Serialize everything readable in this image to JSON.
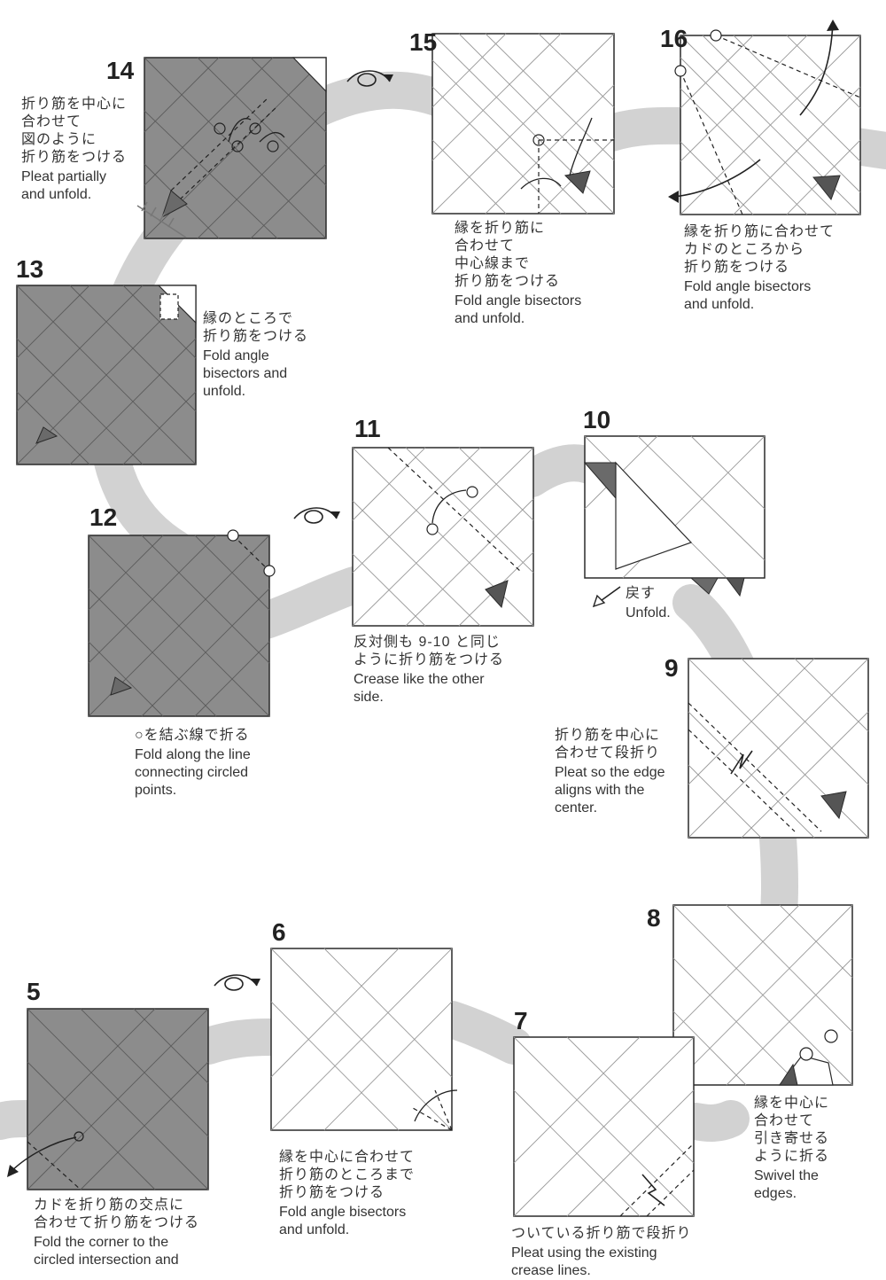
{
  "steps": [
    {
      "num": "14",
      "ja": "折り筋を中心に\n合わせて\n図のように\n折り筋をつける",
      "en": "Pleat partially\nand unfold."
    },
    {
      "num": "15",
      "ja": "縁を折り筋に\n合わせて\n中心線まで\n折り筋をつける",
      "en": "Fold angle bisectors\nand unfold."
    },
    {
      "num": "16",
      "ja": "縁を折り筋に合わせて\nカドのところから\n折り筋をつける",
      "en": "Fold angle bisectors\nand unfold."
    },
    {
      "num": "13",
      "ja": "縁のところで\n折り筋をつける",
      "en": "Fold angle\nbisectors and\nunfold."
    },
    {
      "num": "11",
      "ja": "反対側も 9-10 と同じ\nように折り筋をつける",
      "en": "Crease like the other\nside."
    },
    {
      "num": "10",
      "ja": "戻す",
      "en": "Unfold."
    },
    {
      "num": "12",
      "ja": "○を結ぶ線で折る",
      "en": "Fold along the line\nconnecting circled\npoints."
    },
    {
      "num": "9",
      "ja": "折り筋を中心に\n合わせて段折り",
      "en": "Pleat so the edge\naligns with the\ncenter."
    },
    {
      "num": "8",
      "ja": "縁を中心に\n合わせて\n引き寄せる\nように折る",
      "en": "Swivel the\nedges."
    },
    {
      "num": "6",
      "ja": "縁を中心に合わせて\n折り筋のところまで\n折り筋をつける",
      "en": "Fold angle bisectors\nand unfold."
    },
    {
      "num": "5",
      "ja": "カドを折り筋の交点に\n合わせて折り筋をつける",
      "en": "Fold the corner to the\ncircled intersection and"
    },
    {
      "num": "7",
      "ja": "ついている折り筋で段折り",
      "en": "Pleat using the existing\ncrease lines."
    }
  ],
  "colors": {
    "colored": "#8c8c8c",
    "white": "#ffffff",
    "path": "#d2d2d2",
    "crease": "#6a6a6a",
    "outline": "#2a2a2a"
  }
}
